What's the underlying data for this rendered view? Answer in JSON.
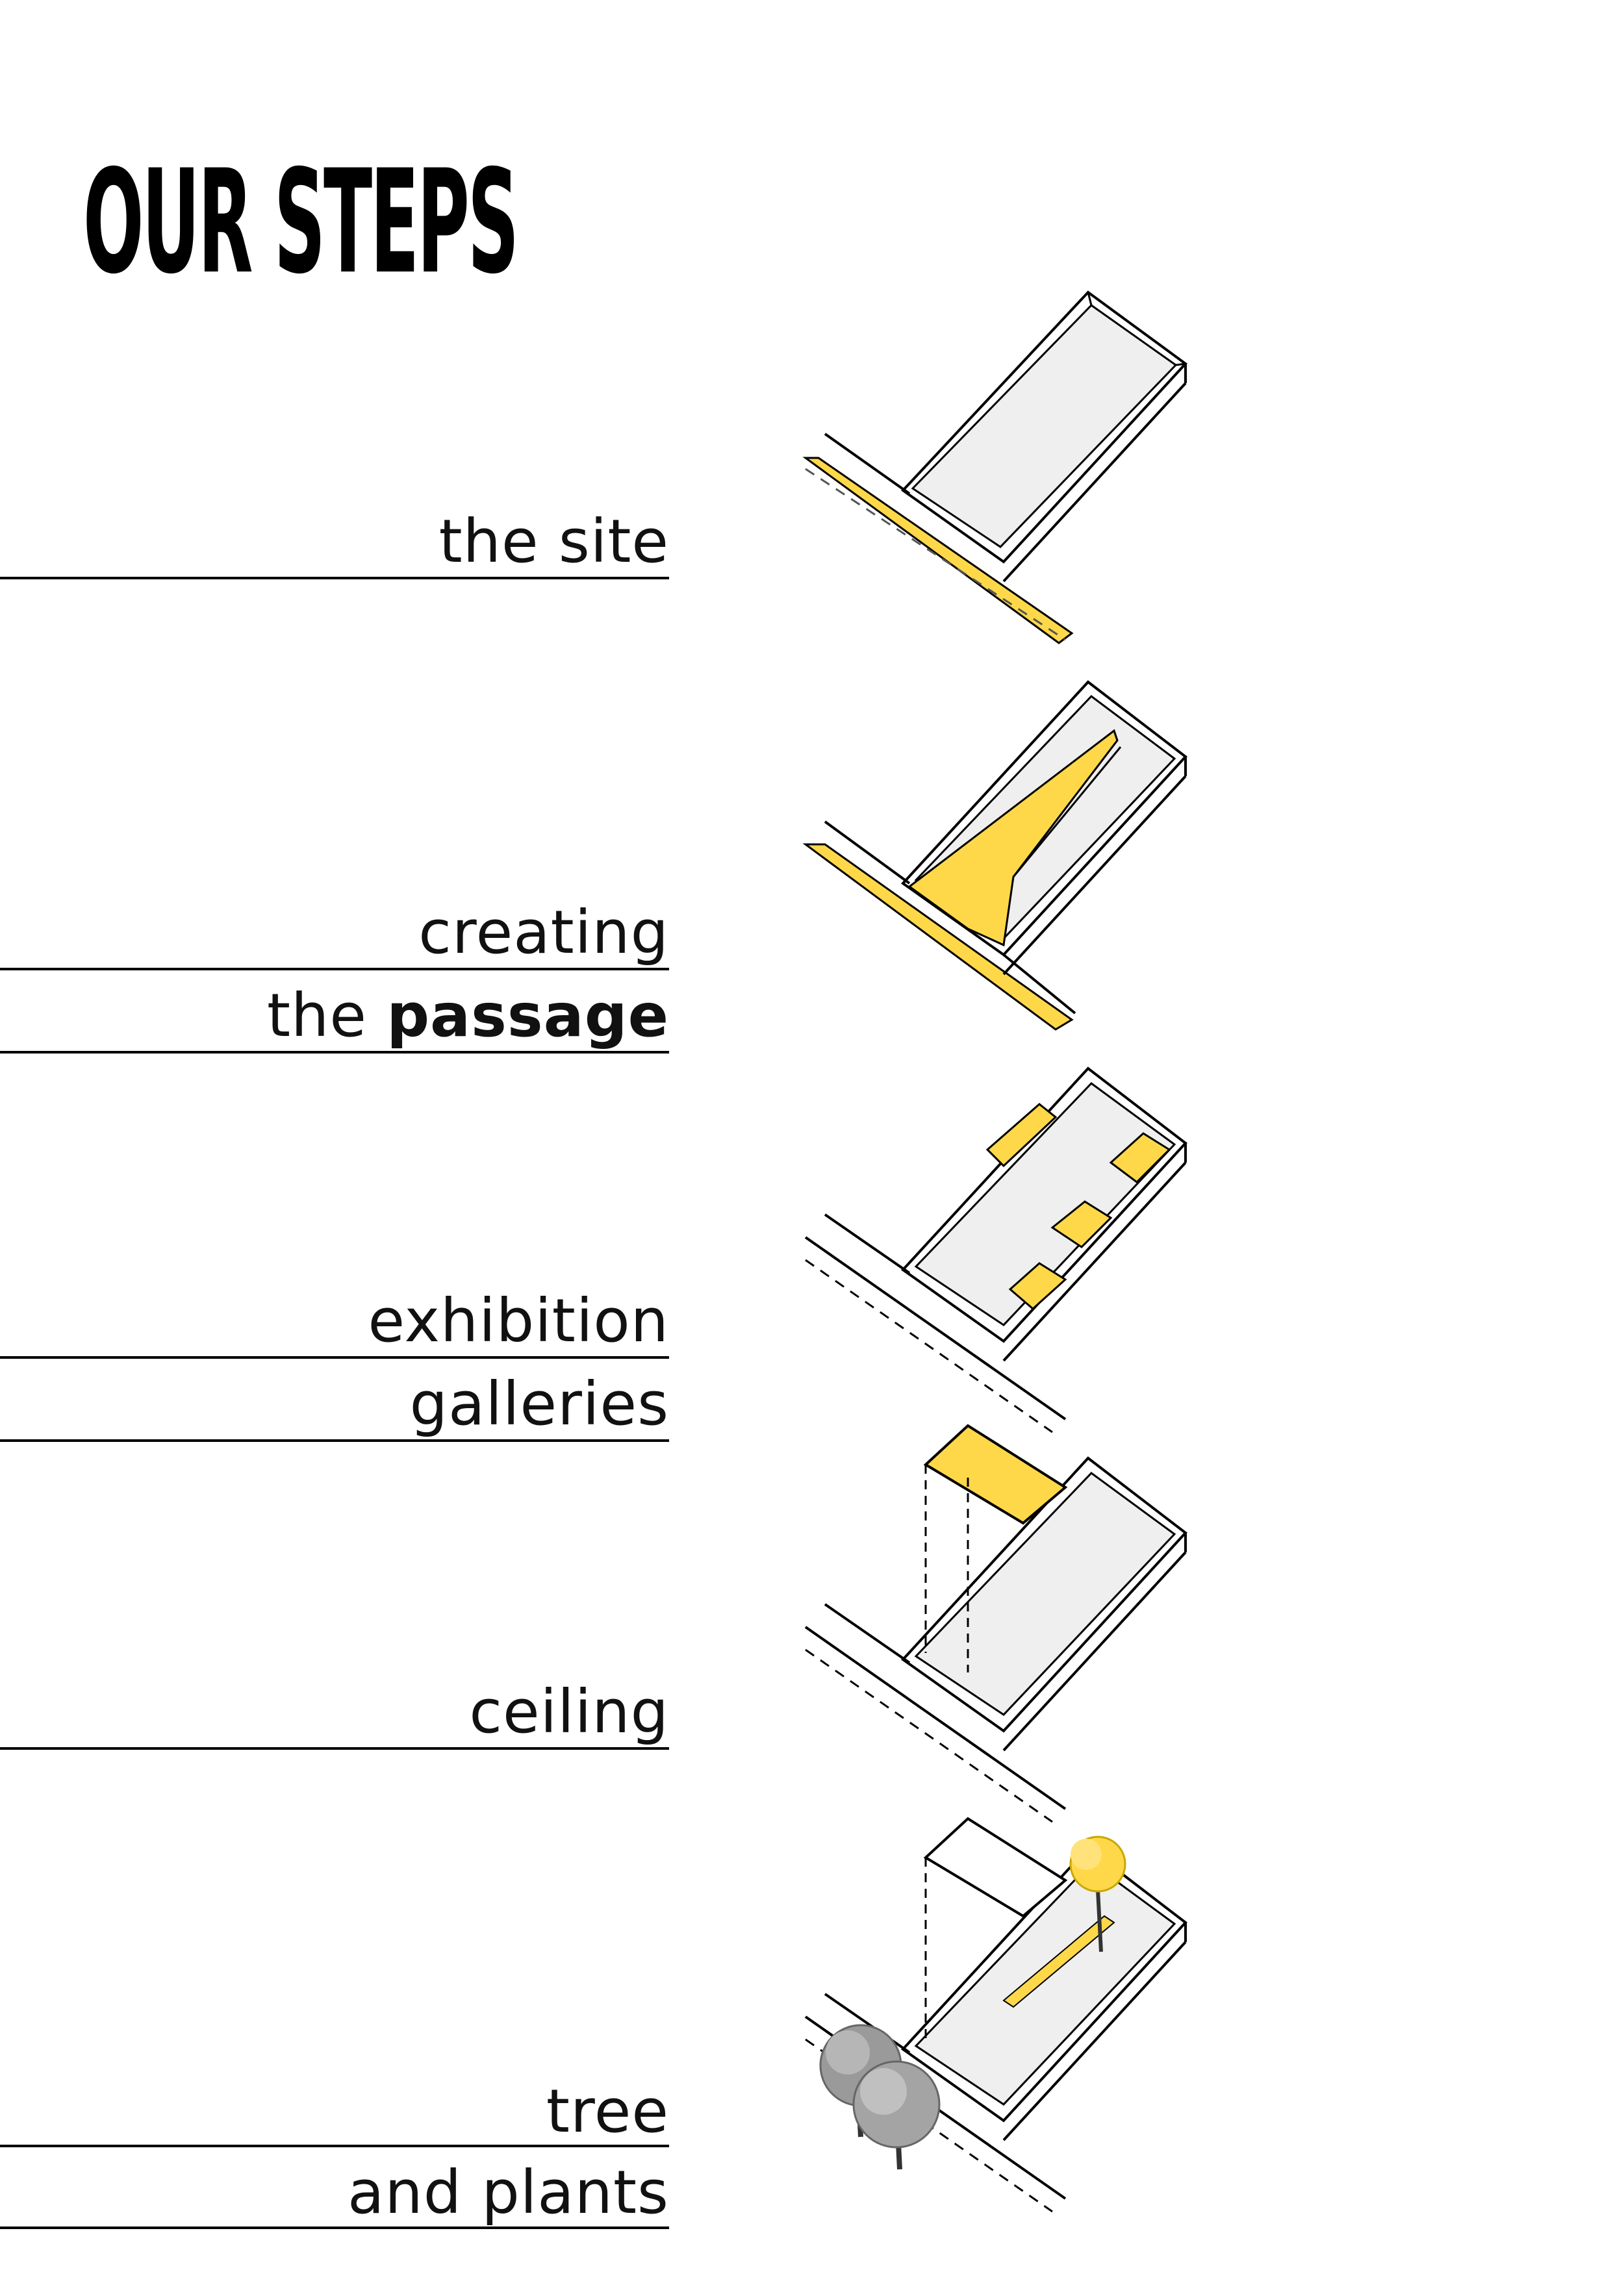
{
  "title": "OUR STEPS",
  "steps": [
    {
      "line1": "the site"
    },
    {
      "line1": "creating",
      "line2_prefix": "the ",
      "line2_bold": "passage"
    },
    {
      "line1": "exhibition",
      "line2": "galleries"
    },
    {
      "line1": "ceiling"
    },
    {
      "line1": "tree",
      "line2": "and plants"
    }
  ],
  "colors": {
    "accent": "#ffd84a",
    "line": "#000000",
    "floor": "#efefef",
    "foliage": "#9a9a9a"
  }
}
